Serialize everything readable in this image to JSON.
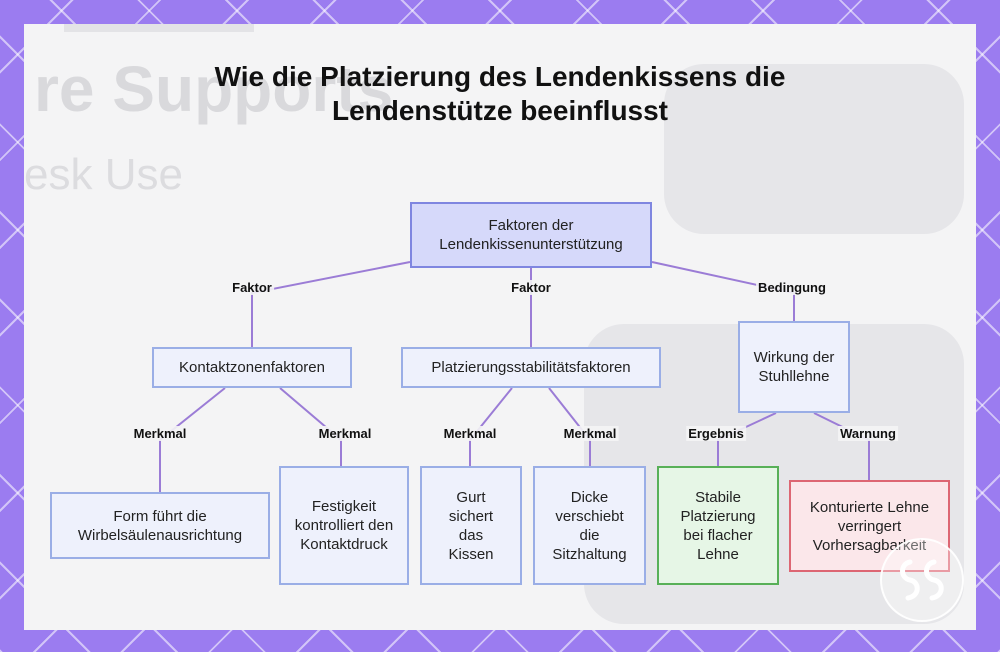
{
  "title": "Wie die Platzierung des Lendenkissens die Lendenstütze beeinflusst",
  "background_text": {
    "heading": "re Supports",
    "sub": "esk Use"
  },
  "nodes": {
    "root": "Faktoren der Lendenkissenunterstützung",
    "contact": "Kontaktzonenfaktoren",
    "stability": "Platzierungsstabilitätsfaktoren",
    "backrest": "Wirkung der Stuhllehne",
    "form": "Form führt die Wirbelsäulenausrichtung",
    "firmness": "Festigkeit kontrolliert den Kontaktdruck",
    "strap": "Gurt sichert das Kissen",
    "thickness": "Dicke verschiebt die Sitzhaltung",
    "stable": "Stabile Platzierung bei flacher Lehne",
    "contoured": "Konturierte Lehne verringert Vorhersagbarkeit"
  },
  "edge_labels": {
    "root_contact": "Faktor",
    "root_stability": "Faktor",
    "root_backrest": "Bedingung",
    "contact_form": "Merkmal",
    "contact_firmness": "Merkmal",
    "stability_strap": "Merkmal",
    "stability_thickness": "Merkmal",
    "backrest_stable": "Ergebnis",
    "backrest_contoured": "Warnung"
  },
  "colors": {
    "edge": "#9b7cd6",
    "root_fill": "#d6d9fa",
    "node_fill": "#eef1fc",
    "result_fill": "#e6f6e6",
    "warning_fill": "#fbe7ea"
  }
}
